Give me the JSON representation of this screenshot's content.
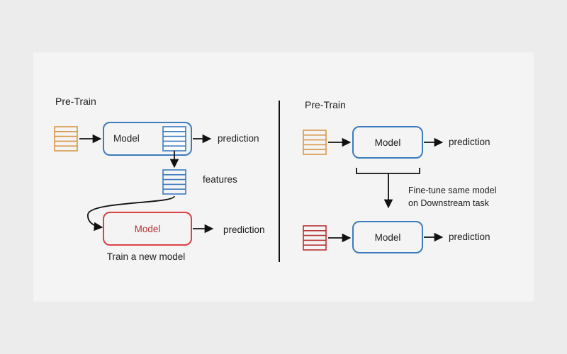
{
  "left": {
    "heading": "Pre-Train",
    "model_label": "Model",
    "prediction_label": "prediction",
    "features_label": "features",
    "new_model_label": "Model",
    "new_prediction_label": "prediction",
    "caption": "Train a new model"
  },
  "right": {
    "heading": "Pre-Train",
    "model_label": "Model",
    "prediction_label": "prediction",
    "finetune_line1": "Fine-tune same model",
    "finetune_line2": "on Downstream task",
    "downstream_model_label": "Model",
    "downstream_prediction_label": "prediction"
  },
  "colors": {
    "input_orange": "#d9974a",
    "model_blue": "#3b7bbf",
    "new_model_red": "#d94343",
    "downstream_input_red": "#b83232",
    "arrow": "#111111"
  },
  "icons": [
    "data-stack-icon",
    "arrow-icon",
    "bracket-icon"
  ]
}
